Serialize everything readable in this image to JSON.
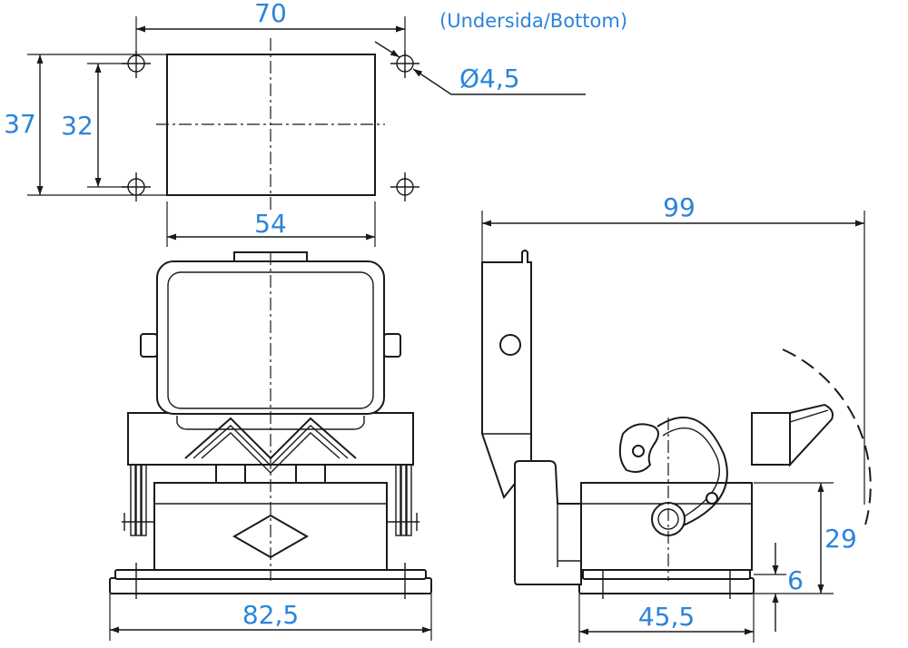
{
  "note": "(Undersida/Bottom)",
  "dims": {
    "d70": "70",
    "d37": "37",
    "d32": "32",
    "d54": "54",
    "hole": "Ø4,5",
    "d99": "99",
    "d29": "29",
    "d6": "6",
    "d82": "82,5",
    "d45": "45,5"
  },
  "colors": {
    "dimension_text": "#2b84d9",
    "lines": "#1a1a1a"
  }
}
